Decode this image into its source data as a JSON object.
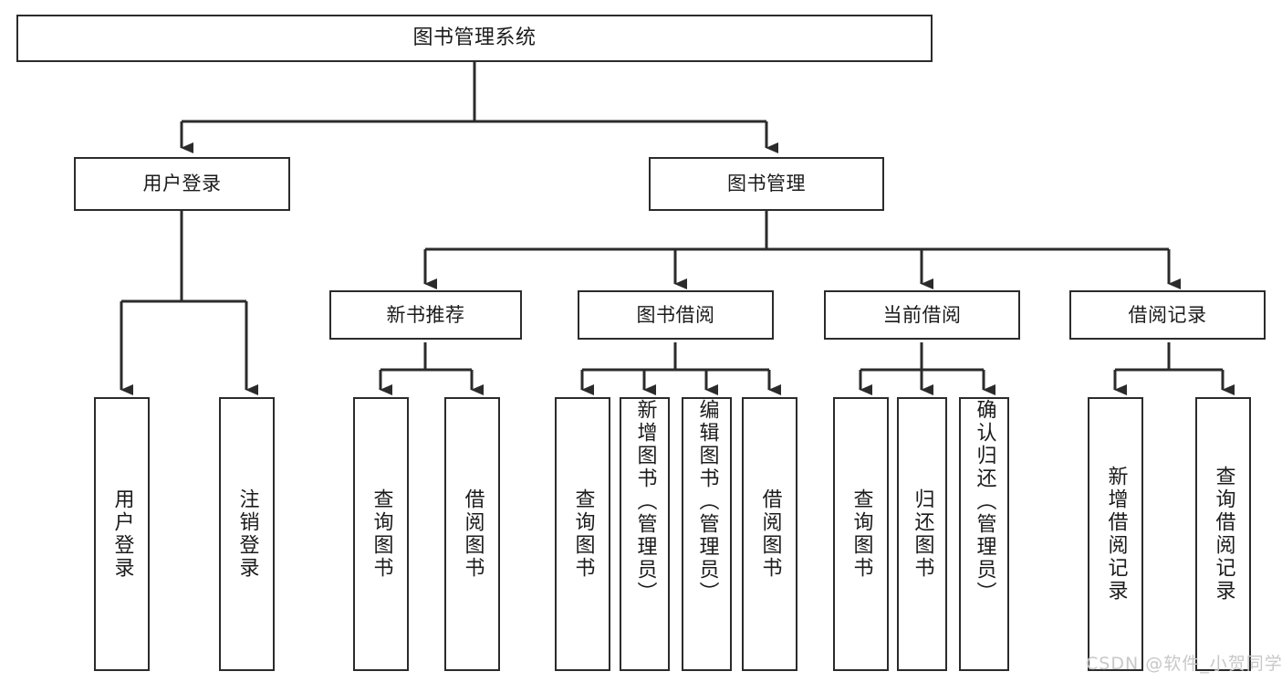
{
  "diagram": {
    "title": "图书管理系统",
    "type": "hierarchy-tree",
    "line_color": "#2b2b2b",
    "box_fill": "#ffffff",
    "text_color": "#1b1b1b",
    "watermark_color": "#c8c8c8"
  },
  "watermark": {
    "text": "CSDN @软件_小贺同学"
  },
  "nodes": {
    "root": {
      "label": "图书管理系统"
    },
    "level1": [
      {
        "label": "用户登录"
      },
      {
        "label": "图书管理"
      }
    ],
    "level2": [
      {
        "label": "新书推荐"
      },
      {
        "label": "图书借阅"
      },
      {
        "label": "当前借阅"
      },
      {
        "label": "借阅记录"
      }
    ],
    "leaves": {
      "user_login": [
        {
          "label": "用户登录"
        },
        {
          "label": "注销登录"
        }
      ],
      "new_book_recommend": [
        {
          "label": "查询图书"
        },
        {
          "label": "借阅图书"
        }
      ],
      "book_borrow": [
        {
          "label": "查询图书"
        },
        {
          "label": "新增图书（管理员）"
        },
        {
          "label": "编辑图书（管理员）"
        },
        {
          "label": "借阅图书"
        }
      ],
      "current_borrow": [
        {
          "label": "查询图书"
        },
        {
          "label": "归还图书"
        },
        {
          "label": "确认归还（管理员）"
        }
      ],
      "borrow_record": [
        {
          "label": "新增借阅记录"
        },
        {
          "label": "查询借阅记录"
        }
      ]
    }
  }
}
